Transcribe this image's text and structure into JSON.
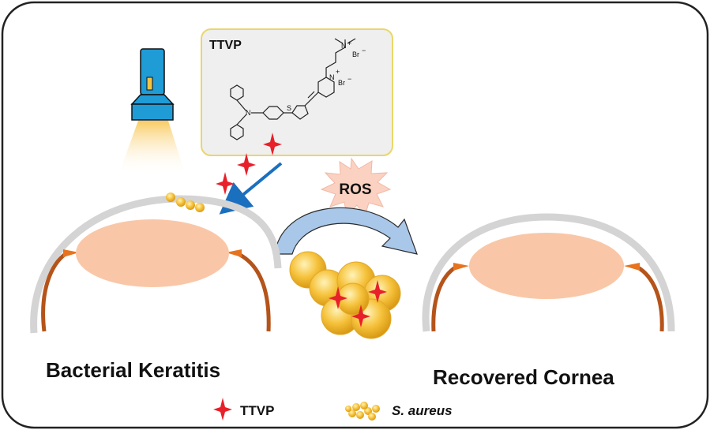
{
  "colors": {
    "frame": "#222222",
    "chem_box_fill": "#efefef",
    "chem_box_stroke": "#ead66a",
    "torch_body": "#1f9bd6",
    "torch_light": "#f8c85a",
    "lens": "#f9c7a7",
    "sclera": "#d4d4d4",
    "iris": "#b5541a",
    "iris_tip": "#e8731e",
    "arrow_blue": "#1b6fbf",
    "curved_arrow": "#a9c7e8",
    "ros_burst": "#fbd2c2",
    "star_red": "#e8202a",
    "bacteria": "#f3b933"
  },
  "icons": {
    "light_source": "flashlight-icon",
    "photosensitizer": "red-star-icon",
    "bacterium": "bacteria-cluster-icon",
    "reactive_oxygen": "starburst-icon"
  },
  "chem_box": {
    "title": "TTVP",
    "atoms": {
      "n_plus_top": "N",
      "n_plus_ring": "N",
      "n_amine": "N",
      "sulfur": "S",
      "br_top": "Br",
      "br_ring": "Br"
    },
    "charges": {
      "plus": "+",
      "minus": "−"
    }
  },
  "ros": {
    "label": "ROS"
  },
  "labels": {
    "left_eye": "Bacterial Keratitis",
    "right_eye": "Recovered Cornea"
  },
  "legend": {
    "star_label": "TTVP",
    "bacteria_label": "S. aureus"
  }
}
